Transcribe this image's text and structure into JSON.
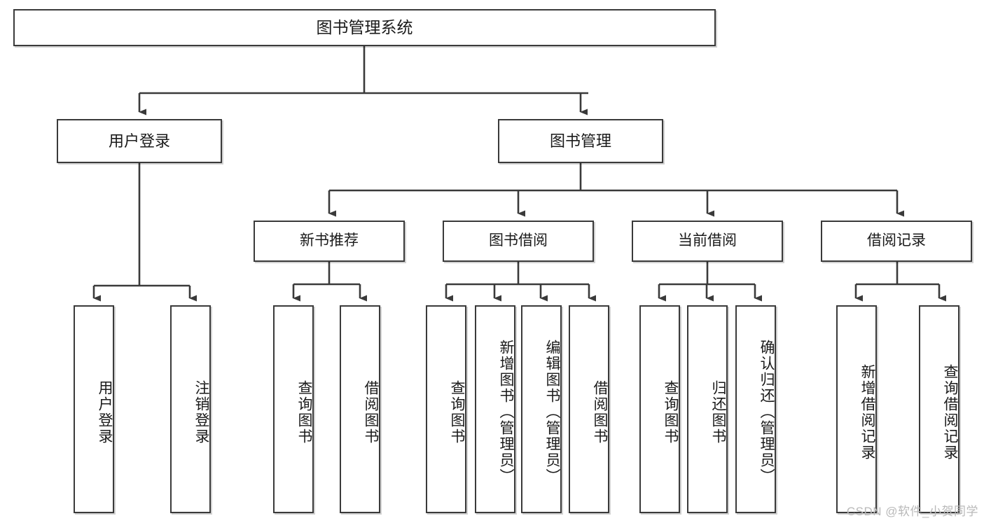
{
  "diagram": {
    "type": "tree-hierarchy-functional-decomposition",
    "title": "图书管理系统",
    "watermark": "CSDN @软件_小贺同学",
    "style": {
      "box_fill": "#ffffff",
      "box_stroke": "#3a3a3a",
      "line_color": "#3a3a3a",
      "text_color": "#1a1a1a",
      "watermark_color": "#b9b9b9",
      "background": "#ffffff"
    },
    "root": {
      "id": "root",
      "label": "图书管理系统"
    },
    "level1": [
      {
        "id": "l1-user-login",
        "label": "用户登录"
      },
      {
        "id": "l1-book-manage",
        "label": "图书管理"
      }
    ],
    "level2": [
      {
        "id": "l2-new-book",
        "label": "新书推荐",
        "parent": "l1-book-manage"
      },
      {
        "id": "l2-borrow",
        "label": "图书借阅",
        "parent": "l1-book-manage"
      },
      {
        "id": "l2-current",
        "label": "当前借阅",
        "parent": "l1-book-manage"
      },
      {
        "id": "l2-record",
        "label": "借阅记录",
        "parent": "l1-book-manage"
      }
    ],
    "leaves": [
      {
        "id": "leaf-user-login",
        "label": "用户登录",
        "parent": "l1-user-login"
      },
      {
        "id": "leaf-user-logout",
        "label": "注销登录",
        "parent": "l1-user-login"
      },
      {
        "id": "leaf-nb-query",
        "label": "查询图书",
        "parent": "l2-new-book"
      },
      {
        "id": "leaf-nb-borrow",
        "label": "借阅图书",
        "parent": "l2-new-book"
      },
      {
        "id": "leaf-bw-query",
        "label": "查询图书",
        "parent": "l2-borrow"
      },
      {
        "id": "leaf-bw-add",
        "label": "新增图书（管理员）",
        "parent": "l2-borrow"
      },
      {
        "id": "leaf-bw-edit",
        "label": "编辑图书（管理员）",
        "parent": "l2-borrow"
      },
      {
        "id": "leaf-bw-borrow",
        "label": "借阅图书",
        "parent": "l2-borrow"
      },
      {
        "id": "leaf-cur-query",
        "label": "查询图书",
        "parent": "l2-current"
      },
      {
        "id": "leaf-cur-return",
        "label": "归还图书",
        "parent": "l2-current"
      },
      {
        "id": "leaf-cur-confirm",
        "label": "确认归还（管理员）",
        "parent": "l2-current"
      },
      {
        "id": "leaf-rec-add",
        "label": "新增借阅记录",
        "parent": "l2-record"
      },
      {
        "id": "leaf-rec-query",
        "label": "查询借阅记录",
        "parent": "l2-record"
      }
    ]
  }
}
